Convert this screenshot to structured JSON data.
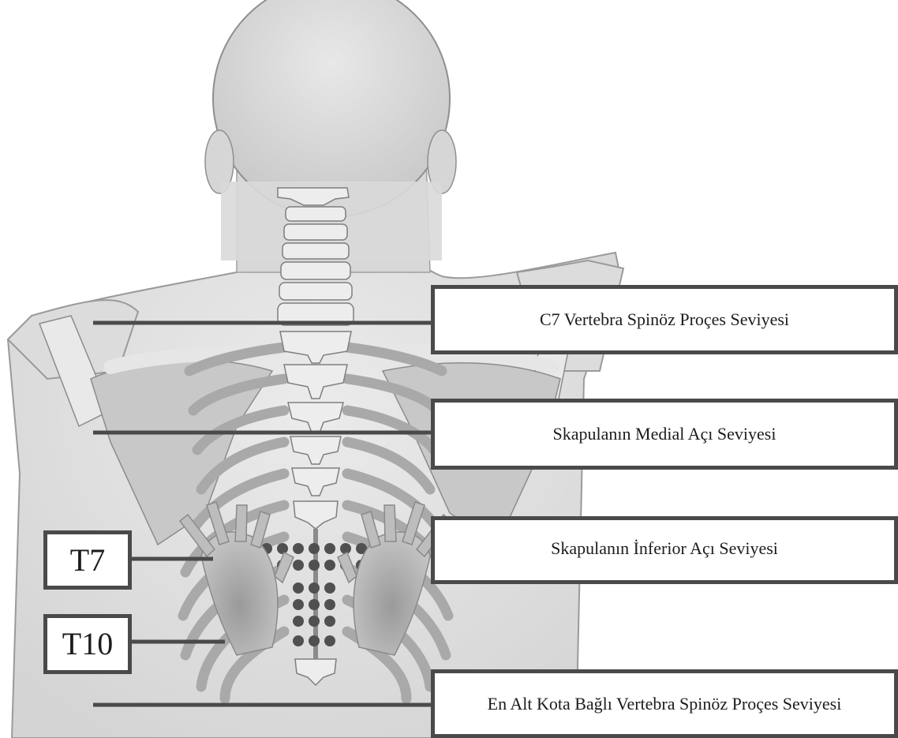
{
  "labels": {
    "c7": "C7 Vertebra Spinöz Proçes Seviyesi",
    "medial": "Skapulanın Medial Açı Seviyesi",
    "inferior": "Skapulanın İnferior Açı Seviyesi",
    "lowest": "En Alt Kota Bağlı Vertebra Spinöz Proçes Seviyesi",
    "t7": "T7",
    "t10": "T10"
  },
  "colors": {
    "skin": "#e2e2e2",
    "skin_outline": "#9a9a9a",
    "bone": "#ededed",
    "bone_outline": "#8c8c8c",
    "rib": "#a8a8a8",
    "hand": "#bdbdbd",
    "dot": "#505050",
    "line": "#4a4a4a"
  }
}
